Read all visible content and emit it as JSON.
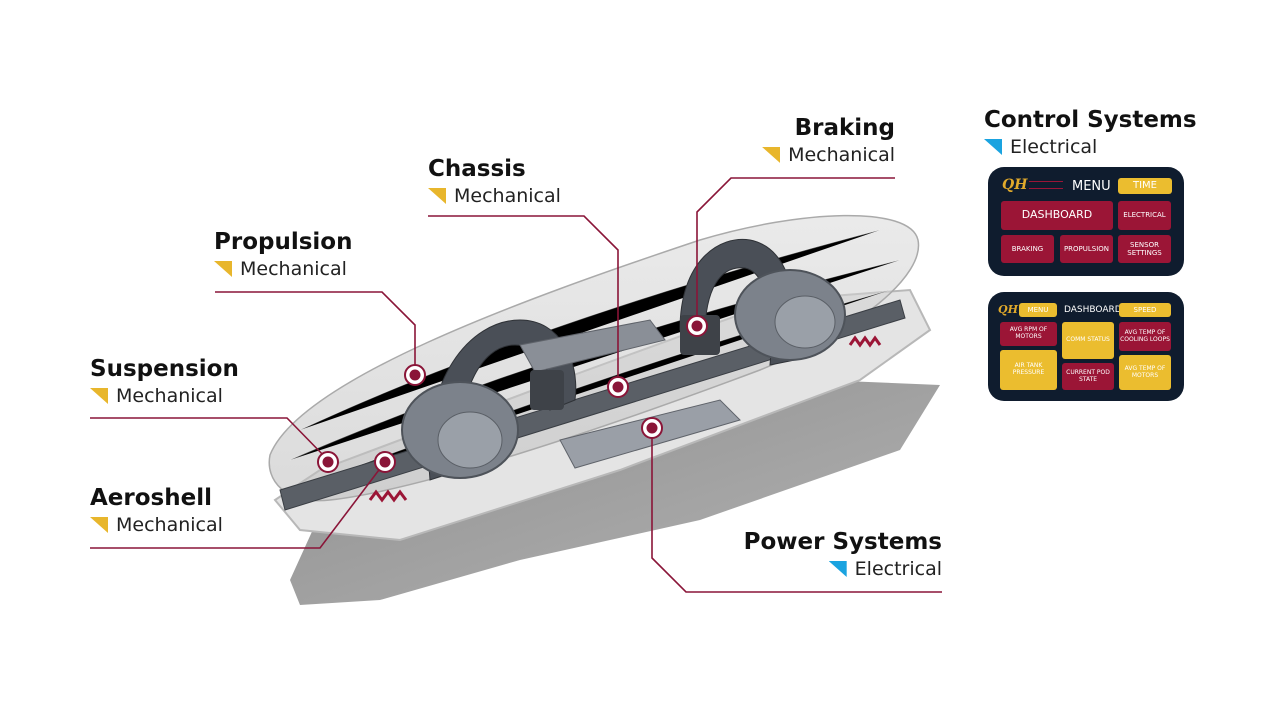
{
  "labels": {
    "propulsion": {
      "title": "Propulsion",
      "category": "Mechanical"
    },
    "chassis": {
      "title": "Chassis",
      "category": "Mechanical"
    },
    "braking": {
      "title": "Braking",
      "category": "Mechanical"
    },
    "suspension": {
      "title": "Suspension",
      "category": "Mechanical"
    },
    "aeroshell": {
      "title": "Aeroshell",
      "category": "Mechanical"
    },
    "power": {
      "title": "Power Systems",
      "category": "Electrical"
    },
    "control": {
      "title": "Control Systems",
      "category": "Electrical"
    }
  },
  "colors": {
    "mechanical": "#e8b62c",
    "electrical": "#1aa3e0",
    "leader": "#8a1538",
    "panel": "#0f1c2e",
    "button_red": "#9b1536",
    "button_yellow": "#ebbd2f"
  },
  "panel_menu": {
    "logo": "QH",
    "title": "MENU",
    "time_button": "TIME",
    "dashboard_button": "DASHBOARD",
    "electrical_button": "ELECTRICAL",
    "braking_button": "BRAKING",
    "propulsion_button": "PROPULSION",
    "sensor_button": "SENSOR SETTINGS"
  },
  "panel_dashboard": {
    "logo": "QH",
    "menu_button": "MENU",
    "title": "DASHBOARD",
    "speed_button": "SPEED",
    "avg_rpm": "AVG RPM OF MOTORS",
    "comm_status": "COMM STATUS",
    "avg_temp_cooling": "AVG TEMP OF COOLING LOOPS",
    "air_tank": "AIR TANK PRESSURE",
    "current_pod_state": "CURRENT POD STATE",
    "avg_temp_motors": "AVG TEMP OF MOTORS"
  }
}
